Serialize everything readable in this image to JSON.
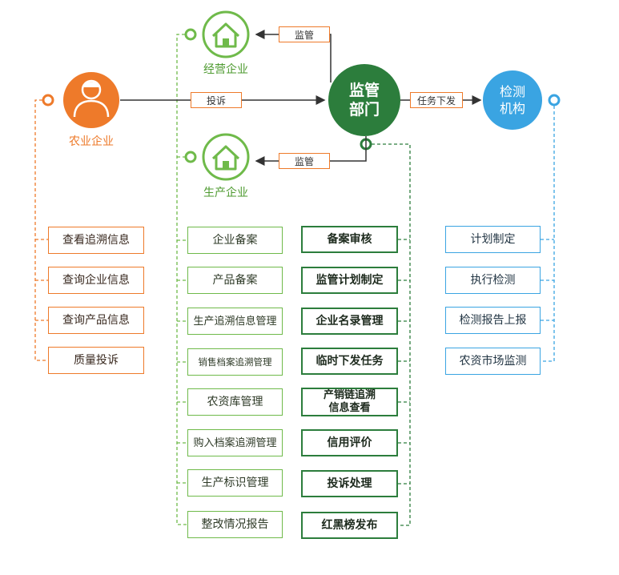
{
  "colors": {
    "orange": "#ee7a2a",
    "light_green": "#6fba4a",
    "dark_green": "#2c7d3c",
    "blue": "#3aa4e2"
  },
  "nodes": {
    "agri_enterprise": {
      "label": "农业企业",
      "icon": "person-icon"
    },
    "business_enterprise": {
      "label": "经营企业",
      "icon": "house-icon"
    },
    "production_enterprise": {
      "label": "生产企业",
      "icon": "house-icon"
    },
    "regulator": {
      "label_line1": "监管",
      "label_line2": "部门"
    },
    "testing_agency": {
      "label_line1": "检测",
      "label_line2": "机构"
    }
  },
  "edge_labels": {
    "supervise_top": "监管",
    "complaint": "投诉",
    "task_dispatch": "任务下发",
    "supervise_bottom": "监管"
  },
  "agri_functions": [
    "查看追溯信息",
    "查询企业信息",
    "查询产品信息",
    "质量投诉"
  ],
  "enterprise_functions": [
    "企业备案",
    "产品备案",
    "生产追溯信息管理",
    "销售档案追溯管理",
    "农资库管理",
    "购入档案追溯管理",
    "生产标识管理",
    "整改情况报告"
  ],
  "regulator_functions": [
    {
      "line1": "备案审核",
      "line2": ""
    },
    {
      "line1": "监管计划制定",
      "line2": ""
    },
    {
      "line1": "企业名录管理",
      "line2": ""
    },
    {
      "line1": "临时下发任务",
      "line2": ""
    },
    {
      "line1": "产销链追溯",
      "line2": "信息查看"
    },
    {
      "line1": "信用评价",
      "line2": ""
    },
    {
      "line1": "投诉处理",
      "line2": ""
    },
    {
      "line1": "红黑榜发布",
      "line2": ""
    }
  ],
  "testing_functions": [
    "计划制定",
    "执行检测",
    "检测报告上报",
    "农资市场监测"
  ]
}
